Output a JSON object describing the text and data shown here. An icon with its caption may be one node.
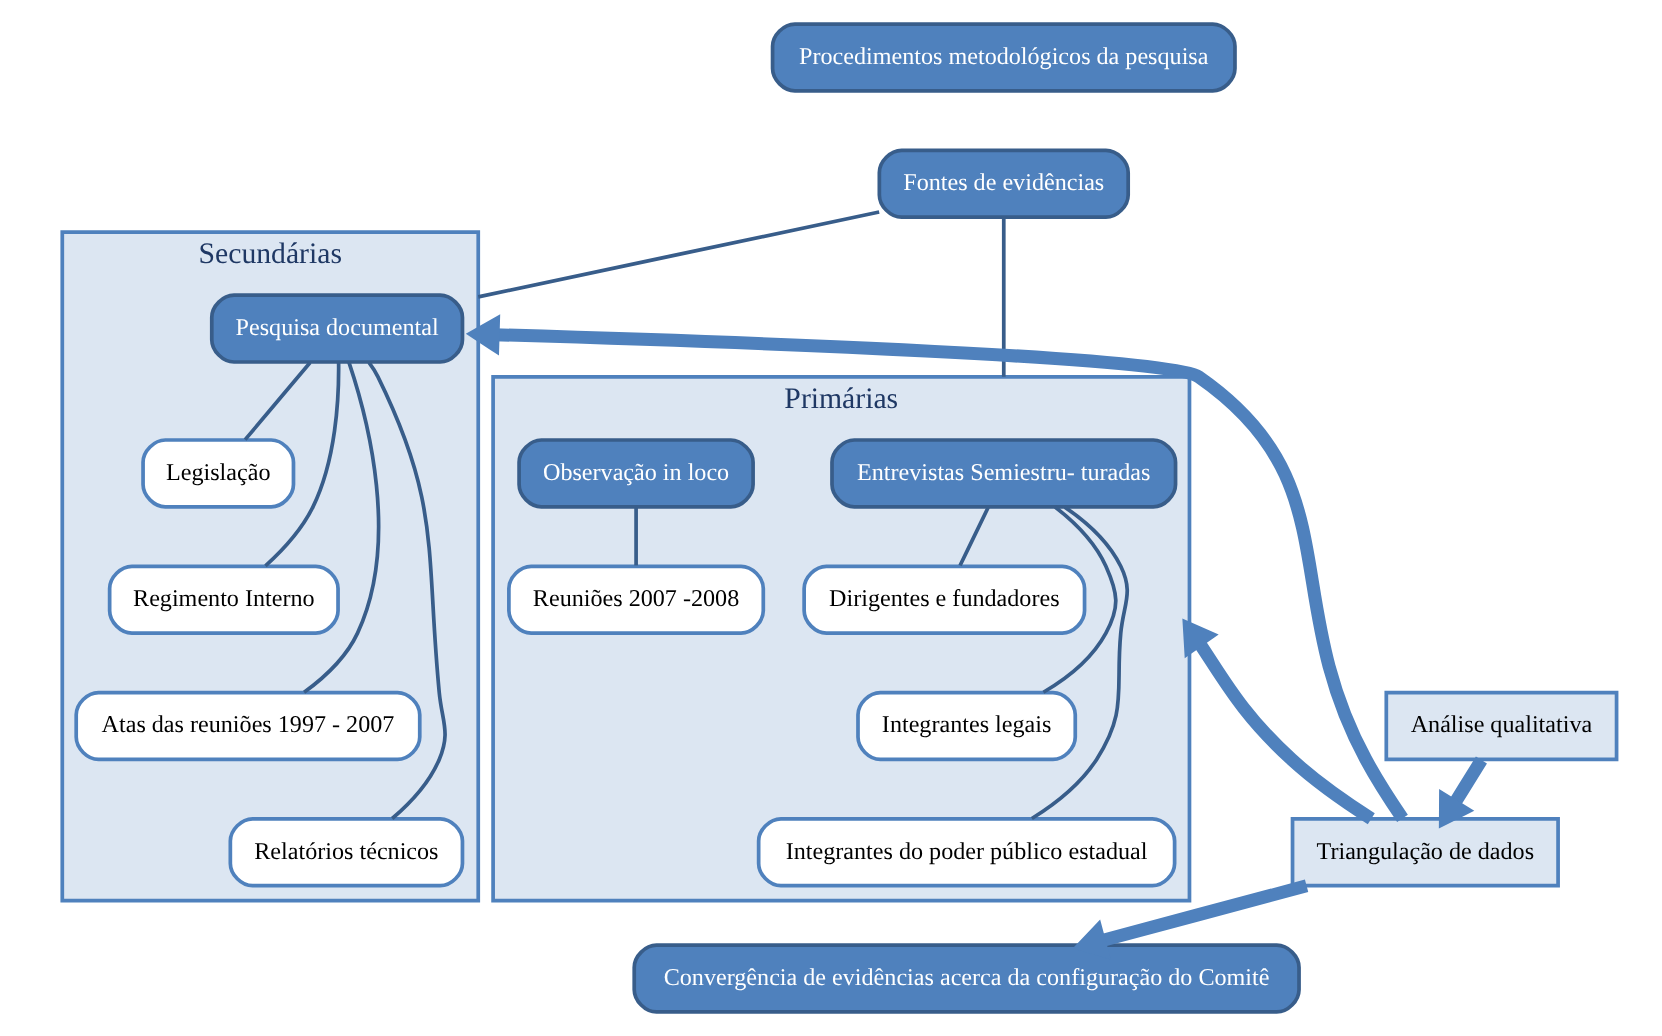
{
  "diagram": {
    "nodes": [
      {
        "text": [
          "Procedimentos metodológicos da pesquisa"
        ]
      },
      {
        "text": [
          "Fontes de evidências"
        ]
      },
      {
        "text": [
          "Primárias"
        ]
      },
      {
        "text": [
          "Entrevistas Semiestru- turadas"
        ],
        "in": 2
      },
      {
        "text": [
          "Dirigentes e fundadores"
        ],
        "in": 2
      },
      {
        "text": [
          "Integrantes legais"
        ],
        "in": 2
      },
      {
        "text": [
          "Integrantes do poder público estadual"
        ],
        "in": 2
      },
      {
        "text": [
          "Observação in loco"
        ],
        "in": 2
      },
      {
        "text": [
          "Reuniões 2007 -2008"
        ],
        "in": 2
      },
      {
        "text": [
          "Secundárias"
        ]
      },
      {
        "text": [
          "Pesquisa documental"
        ],
        "in": 9
      },
      {
        "text": [
          "Legislação"
        ],
        "in": 9
      },
      {
        "text": [
          "Regimento Interno"
        ],
        "in": 9
      },
      {
        "text": [
          "Atas das reuniões 1997 - 2007"
        ],
        "in": 9
      },
      {
        "text": [
          "Relatórios técnicos"
        ],
        "in": 9
      },
      {
        "text": [
          "Análise qualitativa"
        ]
      },
      {
        "text": [
          "Triangulação de dados"
        ]
      },
      {
        "text": [
          "Convergência de evidências acerca da configuração do Comitê"
        ]
      }
    ],
    "edges": [
      {
        "from": 1,
        "to": 2,
        "arrow": "none"
      },
      {
        "from": 1,
        "to": 9,
        "arrow": "none"
      },
      {
        "from": 3,
        "to": 4,
        "arrow": "none"
      },
      {
        "from": 3,
        "to": 5,
        "arrow": "none"
      },
      {
        "from": 3,
        "to": 6,
        "arrow": "none"
      },
      {
        "from": 7,
        "to": 8,
        "arrow": "none"
      },
      {
        "from": 10,
        "to": 11,
        "arrow": "none"
      },
      {
        "from": 10,
        "to": 12,
        "arrow": "none"
      },
      {
        "from": 10,
        "to": 13,
        "arrow": "none"
      },
      {
        "from": 10,
        "to": 14,
        "arrow": "none"
      },
      {
        "from": 15,
        "to": 16,
        "arrow": "to",
        "style": "thick"
      },
      {
        "from": 16,
        "to": 2,
        "arrow": "to",
        "style": "thick"
      },
      {
        "from": 16,
        "to": 9,
        "arrow": "to",
        "style": "thick"
      },
      {
        "from": 16,
        "to": 17,
        "arrow": "to",
        "style": "thick"
      }
    ]
  }
}
